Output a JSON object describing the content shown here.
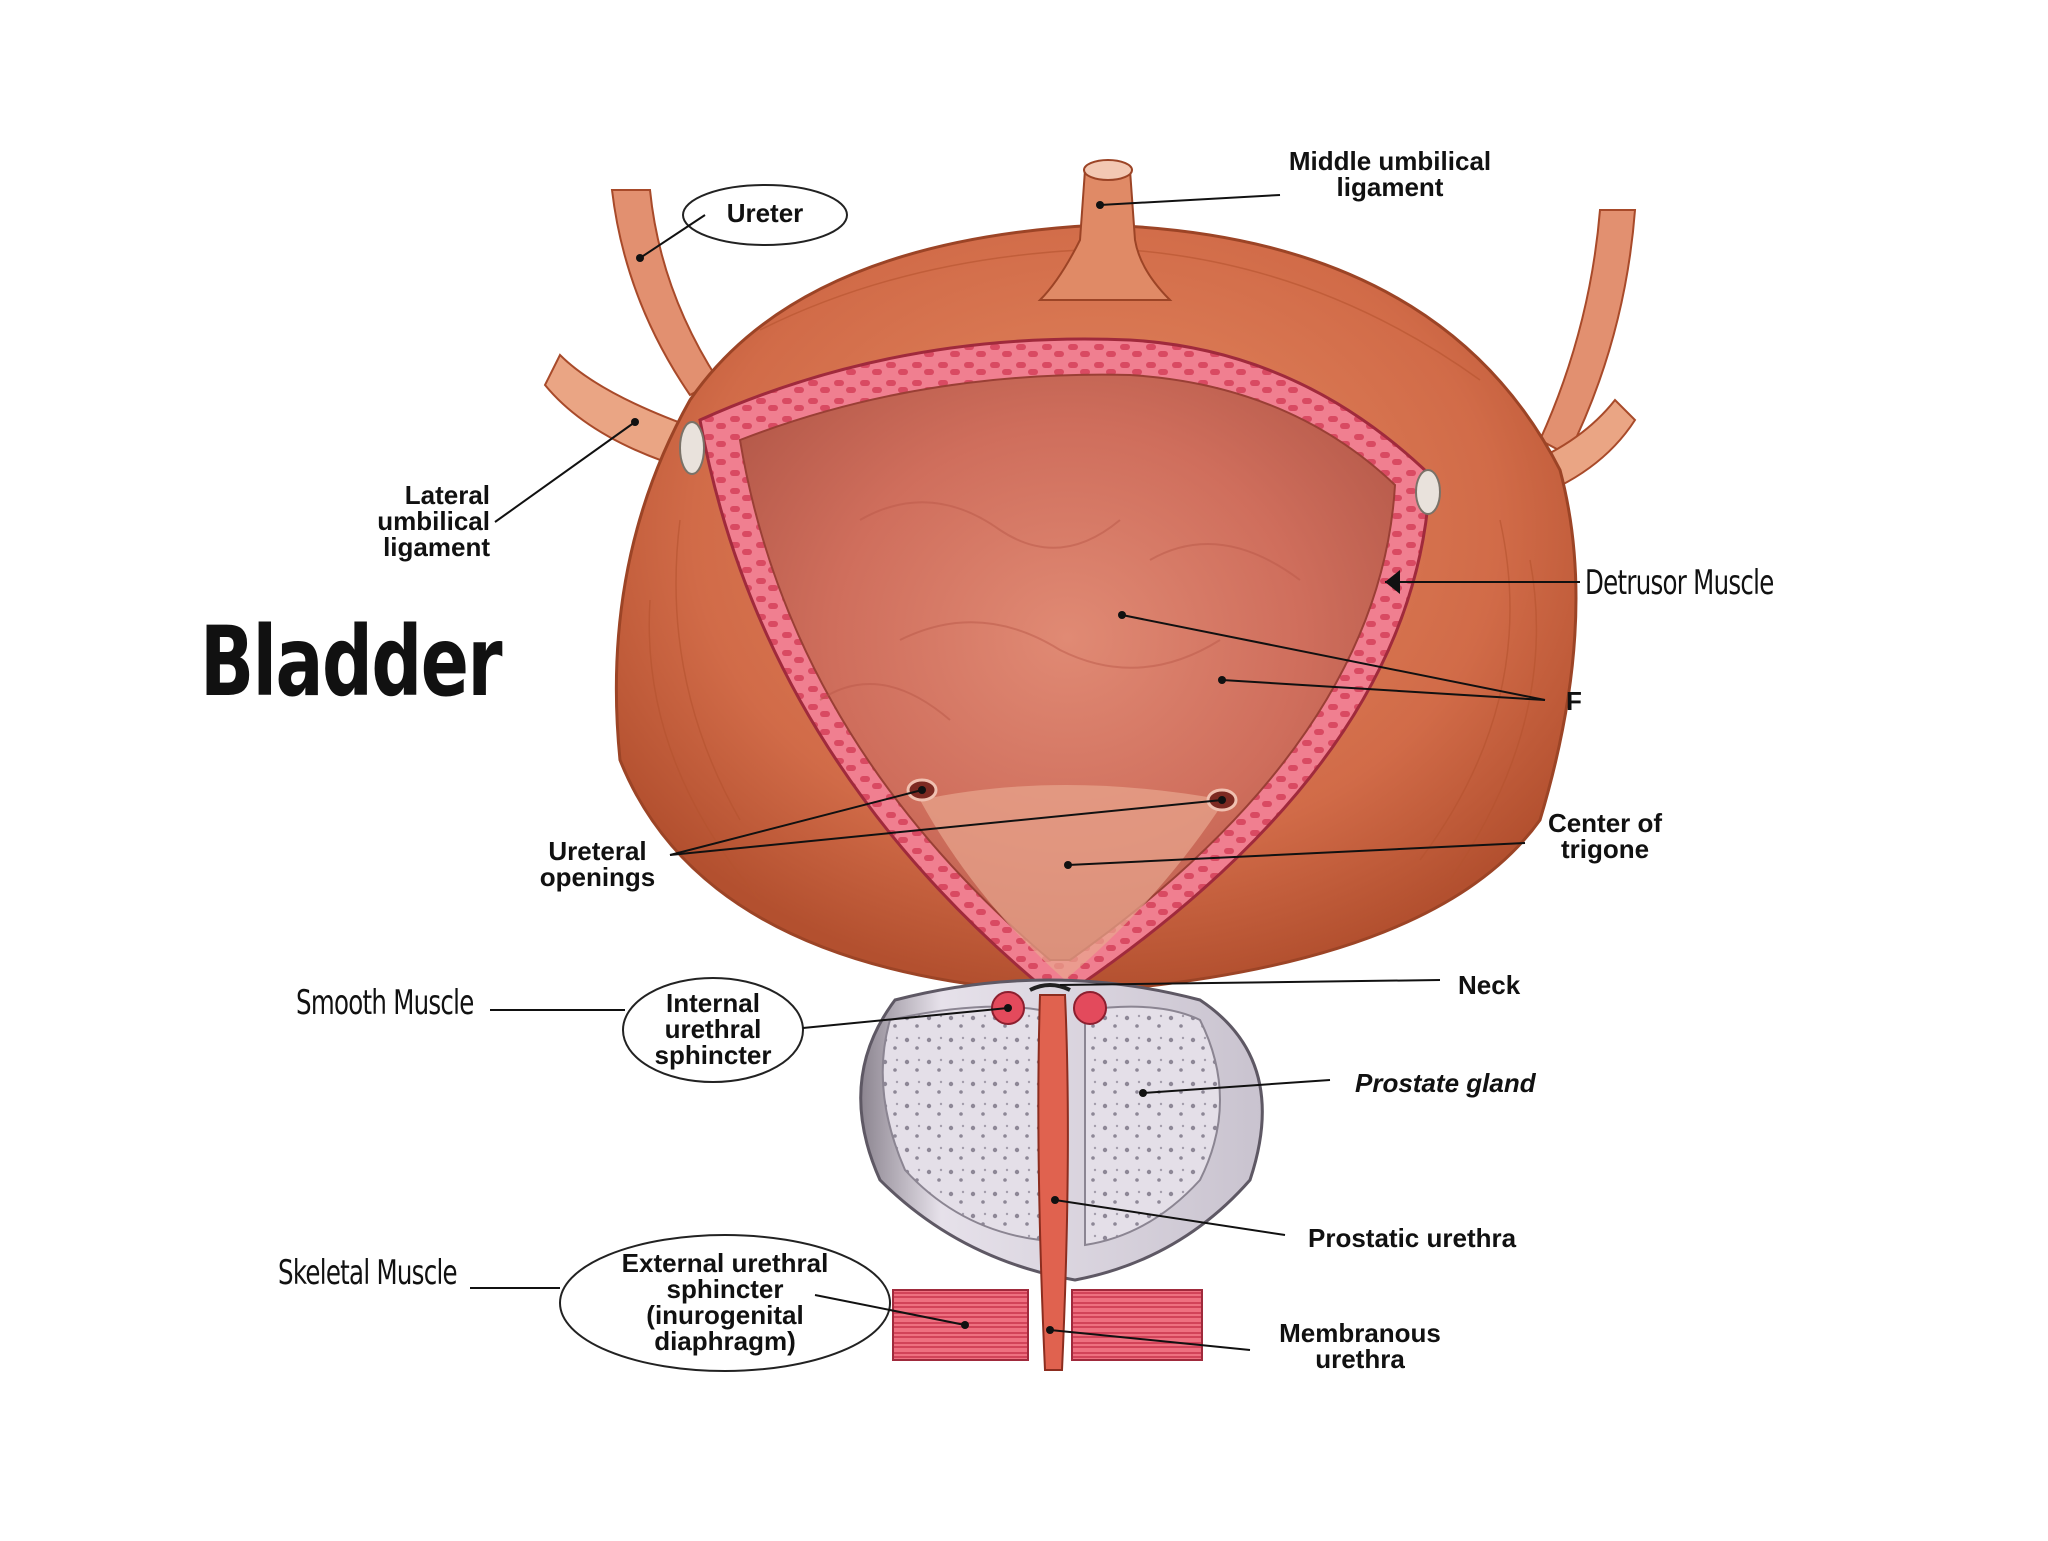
{
  "title": "Bladder",
  "labels": {
    "ureter": "Ureter",
    "middle_umbilical": "Middle umbilical\nligament",
    "lateral_umbilical": "Lateral\numbilical\nligament",
    "detrusor": "Detrusor Muscle",
    "f": "F",
    "ureteral_openings": "Ureteral\nopenings",
    "center_trigone": "Center of\ntrigone",
    "neck": "Neck",
    "smooth_muscle": "Smooth Muscle",
    "internal_sphincter": "Internal\nurethral\nsphincter",
    "prostate_gland": "Prostate gland",
    "prostatic_urethra": "Prostatic urethra",
    "skeletal_muscle": "Skeletal Muscle",
    "external_sphincter": "External urethral\nsphincter\n(inurogenital\ndiaphragm)",
    "membranous_urethra": "Membranous\nurethra"
  },
  "colors": {
    "bladder_muscle": "#d9734f",
    "bladder_dark": "#b9502f",
    "inner_lining": "#c96a55",
    "mucosa_wall": "#e8667a",
    "prostate": "#d9d4e0",
    "skeletal": "#e85a6a"
  }
}
